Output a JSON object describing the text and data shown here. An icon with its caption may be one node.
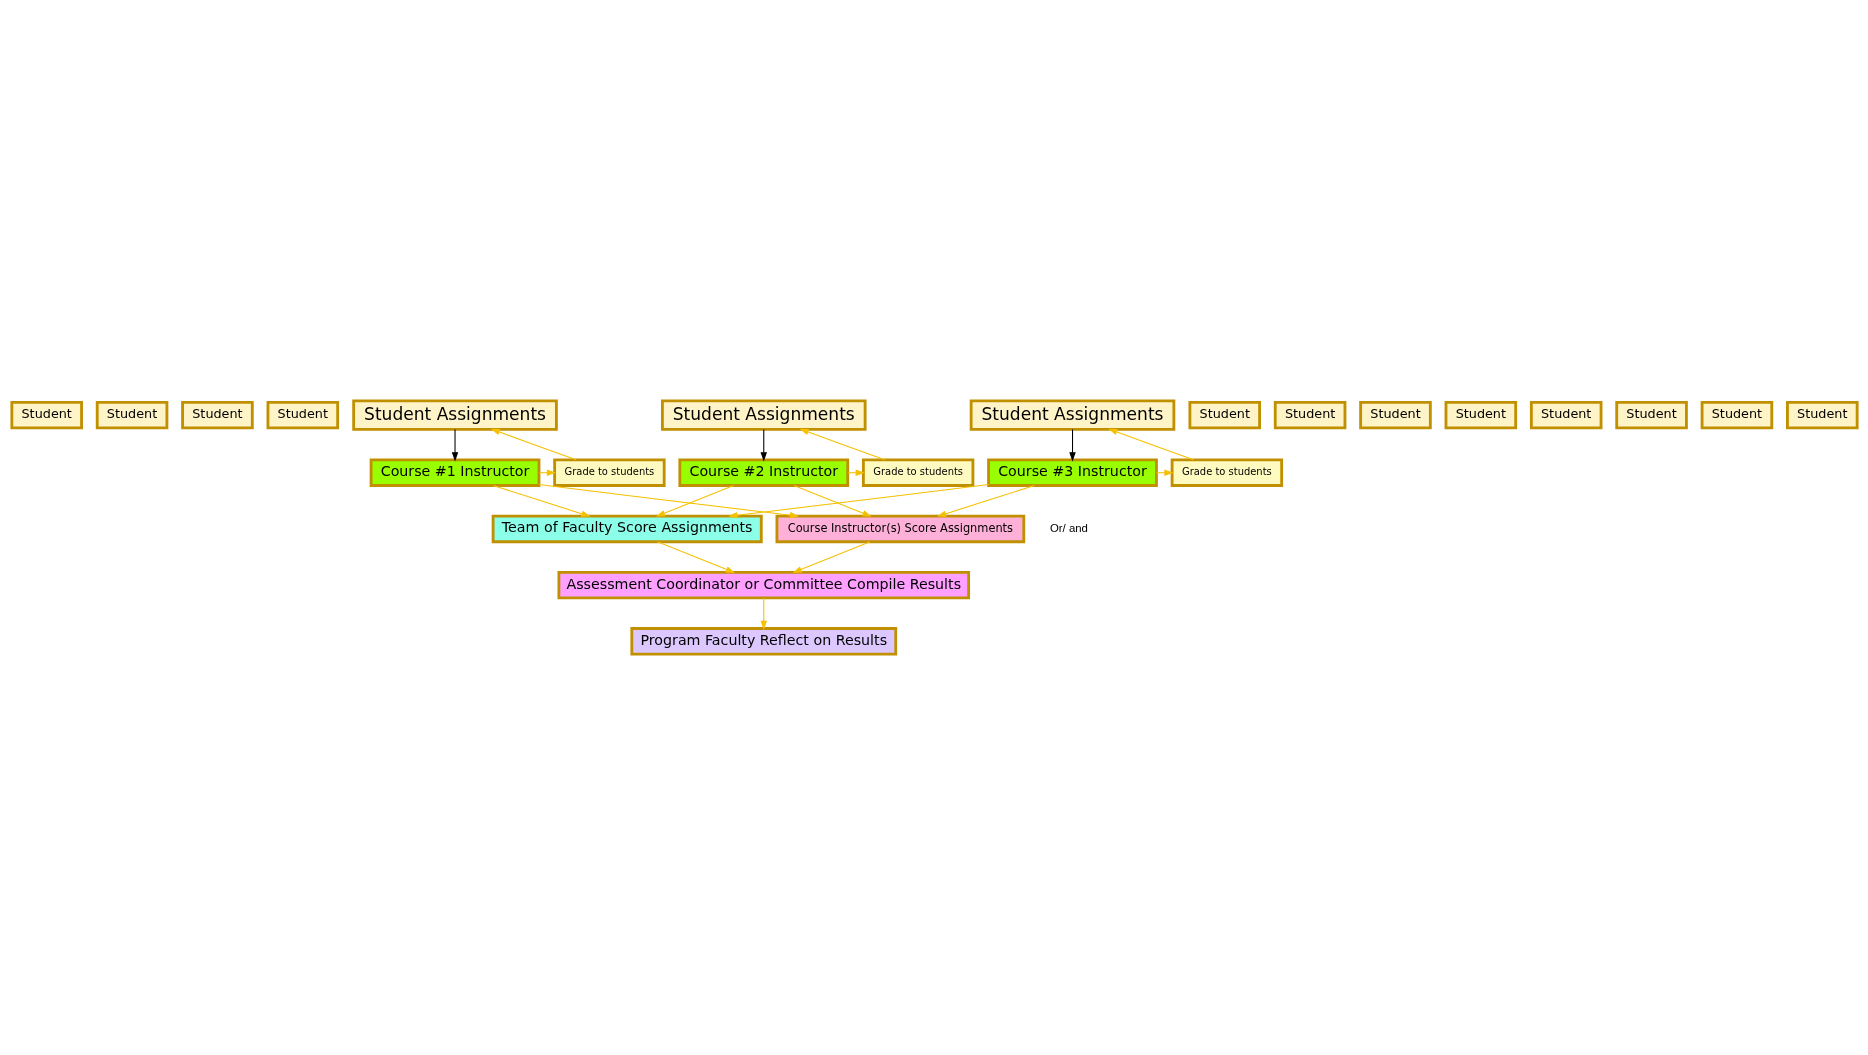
{
  "diagram": {
    "nodes": [
      {
        "text": [
          "Student"
        ]
      },
      {
        "text": [
          "Student"
        ]
      },
      {
        "text": [
          "Student"
        ]
      },
      {
        "text": [
          "Student"
        ]
      },
      {
        "text": [
          "Student Assignments"
        ]
      },
      {
        "text": [
          "Course #1 Instructor"
        ]
      },
      {
        "text": [
          "Grade to students"
        ]
      },
      {
        "text": [
          "Student"
        ]
      },
      {
        "text": [
          "Student"
        ]
      },
      {
        "text": [
          "Student"
        ]
      },
      {
        "text": [
          "Student"
        ]
      },
      {
        "text": [
          "Student Assignments"
        ]
      },
      {
        "text": [
          "Course #2 Instructor"
        ]
      },
      {
        "text": [
          "Grade to students"
        ]
      },
      {
        "text": [
          "Student"
        ]
      },
      {
        "text": [
          "Student"
        ]
      },
      {
        "text": [
          "Student"
        ]
      },
      {
        "text": [
          "Student"
        ]
      },
      {
        "text": [
          "Student Assignments"
        ]
      },
      {
        "text": [
          "Course #3 Instructor"
        ]
      },
      {
        "text": [
          "Grade to students"
        ]
      },
      {
        "text": [
          "Team of Faculty Score Assignments"
        ]
      },
      {
        "text": [
          "Course Instructor(s) Score Assignments"
        ]
      },
      {
        "text": [
          "Assessment Coordinator or Committee Compile Results"
        ]
      },
      {
        "text": [
          "Program Faculty Reflect on Results"
        ]
      }
    ],
    "edges": [
      {
        "from": 4,
        "to": 5,
        "arrow": "to",
        "color": "#000000"
      },
      {
        "from": 5,
        "to": 6,
        "arrow": "to"
      },
      {
        "from": 6,
        "to": 4,
        "arrow": "to"
      },
      {
        "from": 11,
        "to": 12,
        "arrow": "to",
        "color": "#000000"
      },
      {
        "from": 12,
        "to": 13,
        "arrow": "to"
      },
      {
        "from": 13,
        "to": 11,
        "arrow": "to"
      },
      {
        "from": 18,
        "to": 19,
        "arrow": "to",
        "color": "#000000"
      },
      {
        "from": 19,
        "to": 20,
        "arrow": "to"
      },
      {
        "from": 20,
        "to": 18,
        "arrow": "to"
      },
      {
        "from": 5,
        "to": 21,
        "arrow": "to"
      },
      {
        "from": 5,
        "to": 22,
        "arrow": "to"
      },
      {
        "from": 12,
        "to": 21,
        "arrow": "to"
      },
      {
        "from": 12,
        "to": 22,
        "arrow": "to"
      },
      {
        "from": 19,
        "to": 21,
        "arrow": "to"
      },
      {
        "from": 19,
        "to": 22,
        "arrow": "to"
      },
      {
        "from": 21,
        "to": 23,
        "arrow": "to"
      },
      {
        "from": 22,
        "to": 23,
        "arrow": "to"
      },
      {
        "from": 23,
        "to": 24,
        "arrow": "to"
      }
    ],
    "labels": [
      "Or/ and"
    ]
  }
}
